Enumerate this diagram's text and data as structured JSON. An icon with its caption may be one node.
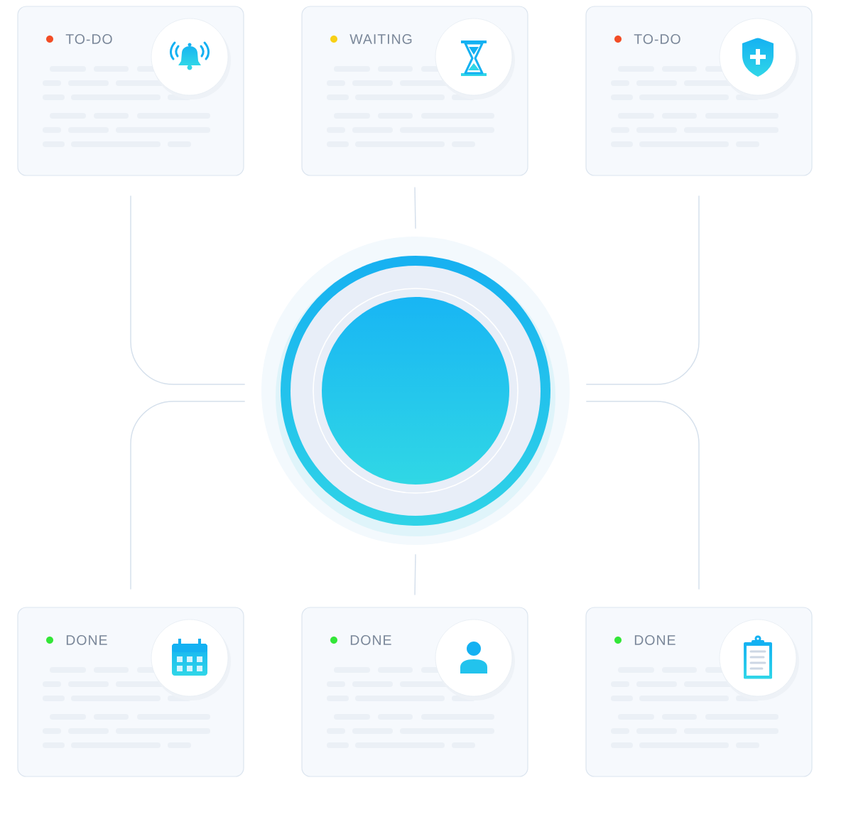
{
  "diagram": {
    "nodes": [
      {
        "text": [
          "TO-DO"
        ]
      },
      {
        "text": [
          "WAITING"
        ]
      },
      {
        "text": [
          "TO-DO"
        ]
      },
      {
        "text": [],
        "shape": "circle"
      },
      {
        "text": [
          "DONE"
        ]
      },
      {
        "text": [
          "DONE"
        ]
      },
      {
        "text": [
          "DONE"
        ]
      }
    ],
    "edges": [
      {
        "from": 0,
        "to": 3,
        "arrow": "none"
      },
      {
        "from": 1,
        "to": 3,
        "arrow": "none"
      },
      {
        "from": 2,
        "to": 3,
        "arrow": "none"
      },
      {
        "from": 4,
        "to": 3,
        "arrow": "none"
      },
      {
        "from": 5,
        "to": 3,
        "arrow": "none"
      },
      {
        "from": 6,
        "to": 3,
        "arrow": "none"
      }
    ]
  }
}
